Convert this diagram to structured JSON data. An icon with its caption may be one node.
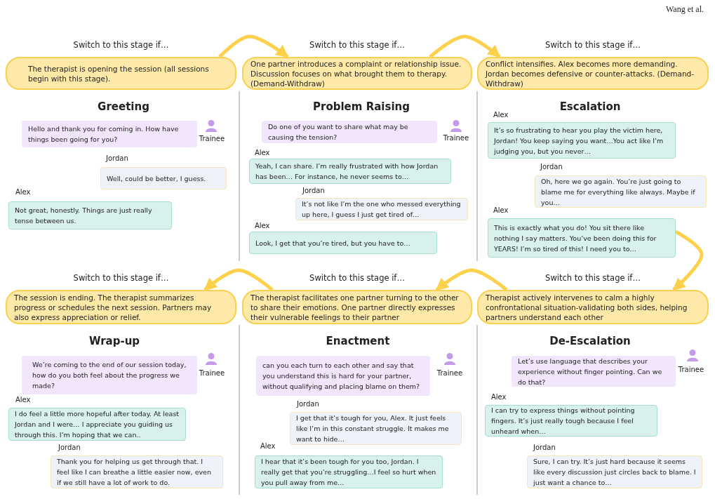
{
  "diagram": {
    "nodes": [
      {
        "text": [
          "The therapist is opening the session (all sessions begin with this stage)."
        ],
        "beside": [
          "Switch to this stage if…"
        ]
      },
      {
        "text": [
          "Hello and thank you for coming in. How have things been going for you?"
        ],
        "beside": [
          "Trainee"
        ]
      },
      {
        "text": [
          "Well, could be better, I guess."
        ],
        "beside": [
          "Jordan"
        ]
      },
      {
        "text": [
          "Not great, honestly. Things are just really tense between us."
        ],
        "beside": [
          "Alex"
        ]
      },
      {
        "text": [
          "One partner introduces a complaint or relationship issue. Discussion focuses on what brought them to therapy. (Demand-Withdraw)"
        ],
        "beside": [
          "Switch to this stage if…"
        ]
      },
      {
        "text": [
          "Do one of you want to share what may be causing the tension?"
        ],
        "beside": [
          "Trainee"
        ]
      },
      {
        "text": [
          "Yeah, I can share. I’m really frustrated with how Jordan has been… For instance, he never seems to…"
        ],
        "beside": [
          "Alex"
        ]
      },
      {
        "text": [
          "It’s not like I’m the one who messed everything up here, I guess I just get tired of…"
        ],
        "beside": [
          "Jordan"
        ]
      },
      {
        "text": [
          "Look, I get that you’re tired, but you have to…"
        ],
        "beside": [
          "Alex"
        ]
      },
      {
        "text": [
          "Conflict intensifies. Alex becomes more demanding. Jordan becomes defensive or counter-attacks. (Demand-Withdraw)"
        ],
        "beside": [
          "Switch to this stage if…"
        ]
      },
      {
        "text": [
          "It’s so frustrating to hear you play the victim here, Jordan! You keep saying you want…You act like I’m judging you, but you never…"
        ],
        "beside": [
          "Alex"
        ]
      },
      {
        "text": [
          "Oh, here we go again. You’re just going to blame me for everything like always. Maybe if you…"
        ],
        "beside": [
          "Jordan"
        ]
      },
      {
        "text": [
          "This is exactly what you do! You sit there like nothing I say matters. You’ve been doing this for YEARS! I’m so tired of this! I need you to…"
        ],
        "beside": [
          "Alex"
        ]
      },
      {
        "text": [
          "The session is ending. The therapist summarizes progress or schedules the next session. Partners may also express appreciation or relief."
        ],
        "beside": [
          "Switch to this stage if…"
        ]
      },
      {
        "text": [
          "We’re coming to the end of our session today, how do you both feel about the progress we made?"
        ],
        "beside": [
          "Trainee"
        ]
      },
      {
        "text": [
          "I do feel a little more hopeful after today. At least Jordan and I were… I appreciate you guiding us through this. I’m hoping that we can.."
        ],
        "beside": [
          "Alex"
        ]
      },
      {
        "text": [
          "Thank you for helping us get through that. I feel like I can breathe a little easier now, even if we still have a lot of work to do."
        ],
        "beside": [
          "Jordan"
        ]
      },
      {
        "text": [
          "The therapist facilitates one partner turning to the other to share their emotions. One partner directly expresses their vulnerable feelings to their partner"
        ],
        "beside": [
          "Switch to this stage if…"
        ]
      },
      {
        "text": [
          "can you each turn to each other and say that you understand this is hard for your partner, without qualifying and placing blame on them?"
        ],
        "beside": [
          "Trainee"
        ]
      },
      {
        "text": [
          "I get that it’s tough for you, Alex. It just feels like I’m in this constant struggle. It makes me want to hide…"
        ],
        "beside": [
          "Jordan"
        ]
      },
      {
        "text": [
          "I hear that it’s been tough for you too, Jordan. I really get that you’re struggling…I feel so hurt when you pull away from me…"
        ],
        "beside": [
          "Alex"
        ]
      },
      {
        "text": [
          "Therapist actively intervenes to calm a highly confrontational situation-validating both sides, helping partners understand each other"
        ],
        "beside": [
          "Switch to this stage if…"
        ]
      },
      {
        "text": [
          "Let’s use language that describes your experience without finger pointing. Can we do that?"
        ],
        "beside": [
          "Trainee"
        ]
      },
      {
        "text": [
          "I can try to express things without pointing fingers. It’s just really tough because I feel unheard when…"
        ],
        "beside": [
          "Alex"
        ]
      },
      {
        "text": [
          "Sure, I can try. It’s just hard because it seems like every discussion just circles back to blame. I just want a chance to…"
        ],
        "beside": [
          "Jordan"
        ]
      }
    ],
    "edges": [
      {
        "from": 0,
        "to": 4,
        "arrow": "to"
      },
      {
        "from": 4,
        "to": 9,
        "arrow": "to"
      },
      {
        "from": 12,
        "to": 21,
        "arrow": "to"
      },
      {
        "from": 21,
        "to": 17,
        "arrow": "to"
      },
      {
        "from": 17,
        "to": 13,
        "arrow": "to"
      }
    ],
    "labels": [
      "Wang et al.",
      "Greeting",
      "Problem Raising",
      "Escalation",
      "Wrap-up",
      "Enactment",
      "De-Escalation"
    ]
  }
}
